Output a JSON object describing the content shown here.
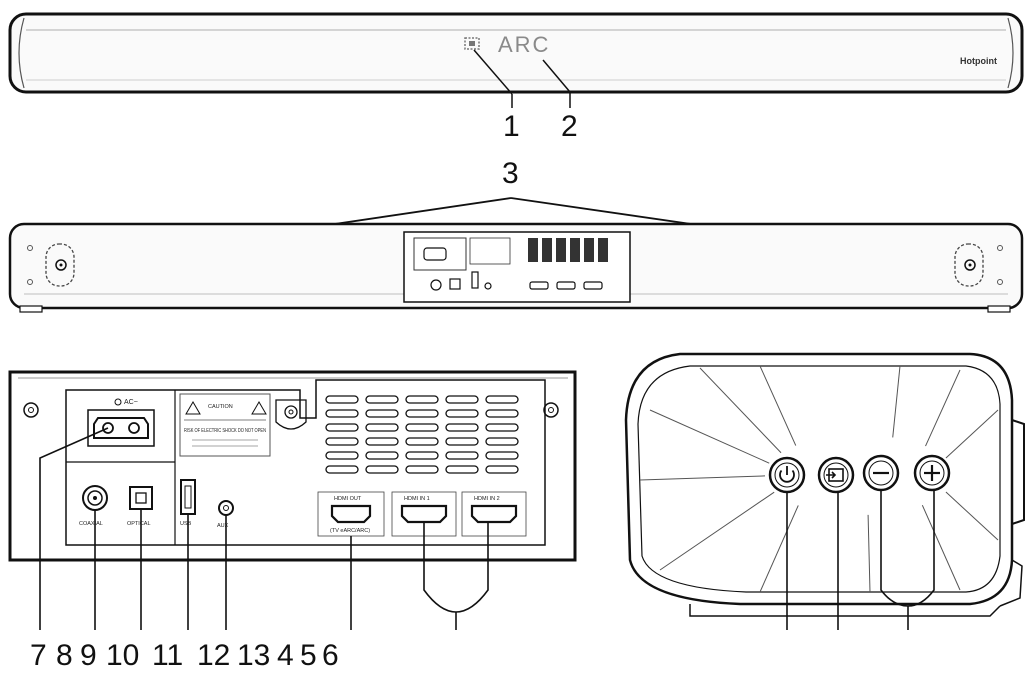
{
  "front_bar": {
    "arc_label": "ARC",
    "brand_label": "Hotpoint"
  },
  "rear_panel": {
    "power_label": "AC~",
    "warning_title": "CAUTION",
    "warning_text": "RISK OF ELECTRIC SHOCK DO NOT OPEN",
    "coaxial_label": "COAXIAL",
    "optical_label": "OPTICAL",
    "usb_label": "USB",
    "aux_label": "AUX",
    "hdmi_out_label": "HDMI OUT",
    "hdmi_out_sub": "(TV eARC/ARC)",
    "hdmi_in1_label": "HDMI IN 1",
    "hdmi_in2_label": "HDMI IN 2"
  },
  "callouts": {
    "n1": "1",
    "n2": "2",
    "n3": "3",
    "n7": "7",
    "n8": "8",
    "n9": "9",
    "n10": "10",
    "n11": "11",
    "n12": "12",
    "n13": "13",
    "n4": "4",
    "n5": "5",
    "n6": "6"
  },
  "icons": [
    "power-icon",
    "input-icon",
    "volume-down-icon",
    "volume-up-icon",
    "display-icon",
    "screw-icon"
  ]
}
